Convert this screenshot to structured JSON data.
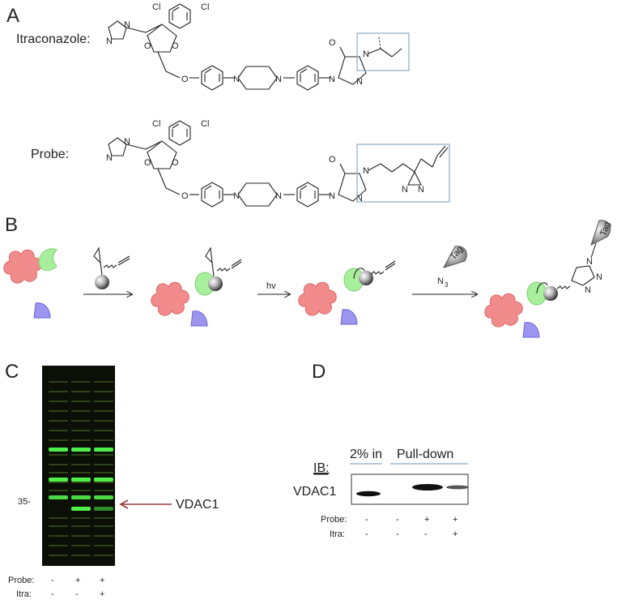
{
  "panels": {
    "a": {
      "letter": "A",
      "itraconazole_label": "Itraconazole:",
      "probe_label": "Probe:",
      "atoms": {
        "n": "N",
        "o": "O",
        "cl": "Cl"
      }
    },
    "b": {
      "letter": "B",
      "hv_label": "hv",
      "azide_label": "N",
      "azide_sub": "3",
      "tag_label": "Tag"
    },
    "c": {
      "letter": "C",
      "marker_35": "35-",
      "vdac1_label": "VDAC1",
      "probe_row": {
        "label": "Probe:",
        "values": [
          "-",
          "+",
          "+"
        ]
      },
      "itra_row": {
        "label": "Itra:",
        "values": [
          "-",
          "-",
          "+"
        ]
      },
      "band_color": "#4ff04a",
      "arrow_color": "#9b3b3b"
    },
    "d": {
      "letter": "D",
      "input_header": "2% in",
      "pulldown_header": "Pull-down",
      "ib_label": "IB:",
      "vdac1_label": "VDAC1",
      "probe_row": {
        "label": "Probe:",
        "values": [
          "-",
          "-",
          "+",
          "+"
        ]
      },
      "itra_row": {
        "label": "Itra:",
        "values": [
          "-",
          "-",
          "-",
          "+"
        ]
      },
      "header_line_color": "#8da9c4"
    }
  }
}
